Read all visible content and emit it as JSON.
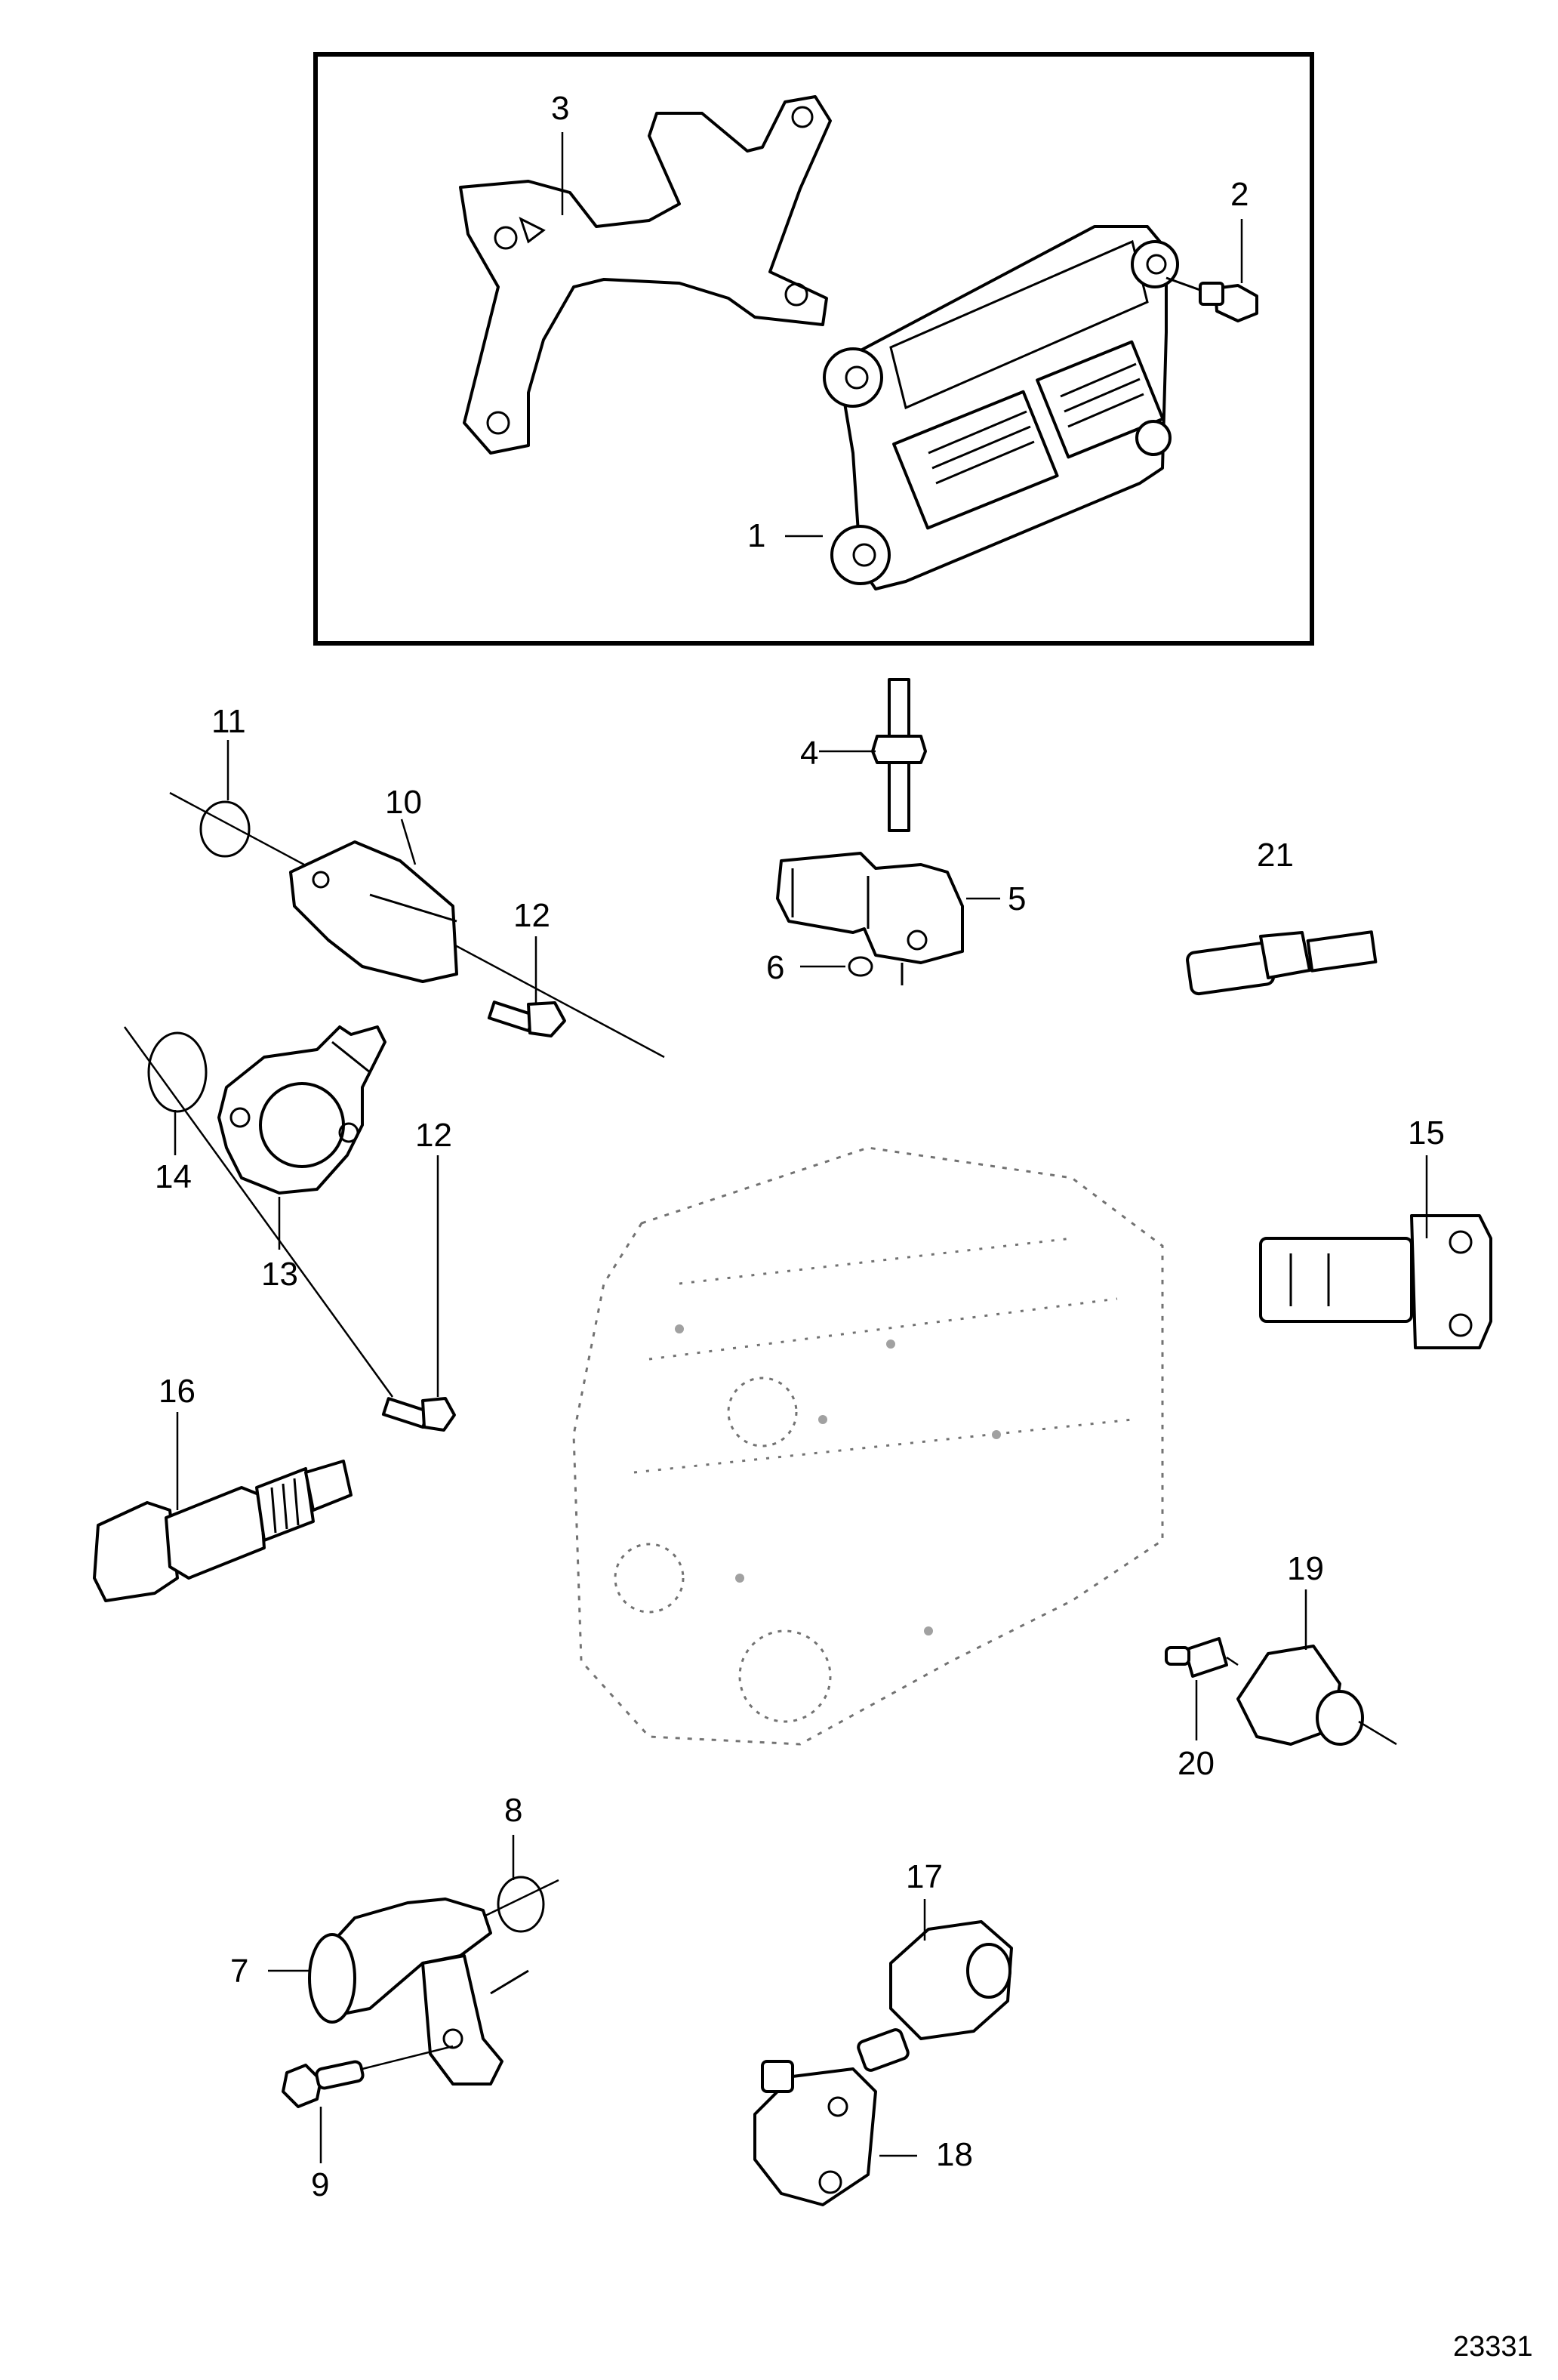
{
  "figure_id": "23331",
  "callouts": [
    {
      "number": "1"
    },
    {
      "number": "2"
    },
    {
      "number": "3"
    },
    {
      "number": "4"
    },
    {
      "number": "5"
    },
    {
      "number": "6"
    },
    {
      "number": "7"
    },
    {
      "number": "8"
    },
    {
      "number": "9"
    },
    {
      "number": "10"
    },
    {
      "number": "11"
    },
    {
      "number": "12"
    },
    {
      "number": "12"
    },
    {
      "number": "13"
    },
    {
      "number": "14"
    },
    {
      "number": "15"
    },
    {
      "number": "16"
    },
    {
      "number": "17"
    },
    {
      "number": "18"
    },
    {
      "number": "19"
    },
    {
      "number": "20"
    },
    {
      "number": "21"
    }
  ]
}
